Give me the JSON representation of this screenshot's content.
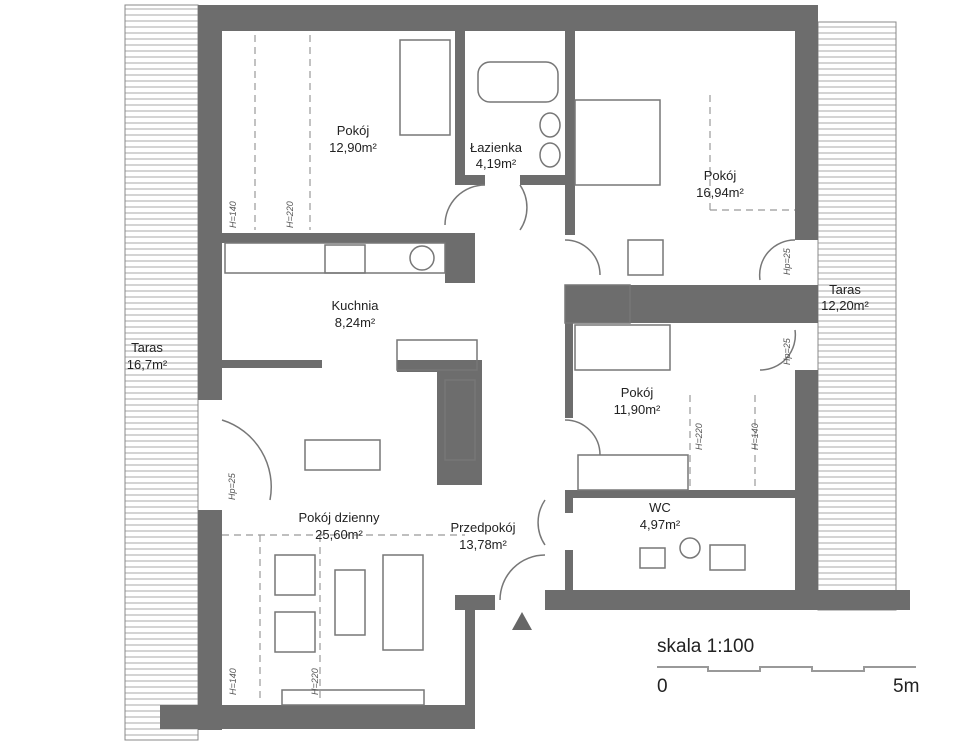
{
  "rooms": [
    {
      "name": "Pokój",
      "area": "12,90m²"
    },
    {
      "name": "Łazienka",
      "area": "4,19m²"
    },
    {
      "name": "Pokój",
      "area": "16,94m²"
    },
    {
      "name": "Taras",
      "area": "12,20m²"
    },
    {
      "name": "Kuchnia",
      "area": "8,24m²"
    },
    {
      "name": "Taras",
      "area": "16,7m²"
    },
    {
      "name": "Pokój",
      "area": "11,90m²"
    },
    {
      "name": "Pokój dzienny",
      "area": "25,60m²"
    },
    {
      "name": "Przedpokój",
      "area": "13,78m²"
    },
    {
      "name": "WC",
      "area": "4,97m²"
    }
  ],
  "height_marks": {
    "h140": "H=140",
    "h220": "H=220",
    "hp25": "Hp=25"
  },
  "scale": {
    "title": "skala 1:100",
    "start": "0",
    "end": "5m"
  },
  "colors": {
    "wall": "#6d6d6d",
    "line": "#777777"
  }
}
